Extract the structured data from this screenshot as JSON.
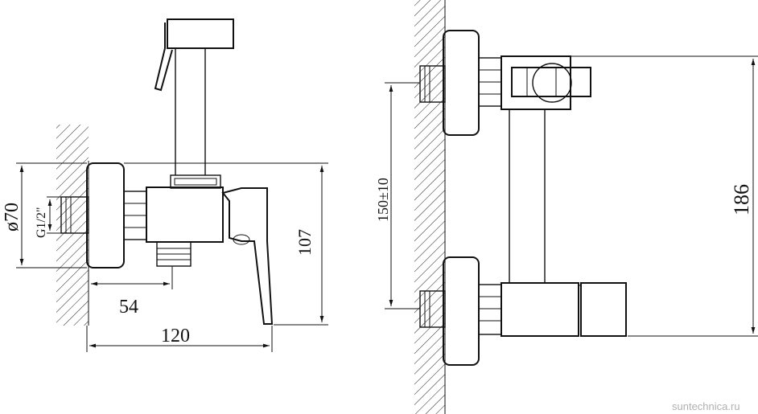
{
  "dimensions": {
    "diameter": "ø70",
    "thread": "G1/2\"",
    "depth_54": "54",
    "length_120": "120",
    "height_107": "107",
    "spacing": "150±10",
    "height_186": "186"
  },
  "watermark": "suntechnica.ru"
}
